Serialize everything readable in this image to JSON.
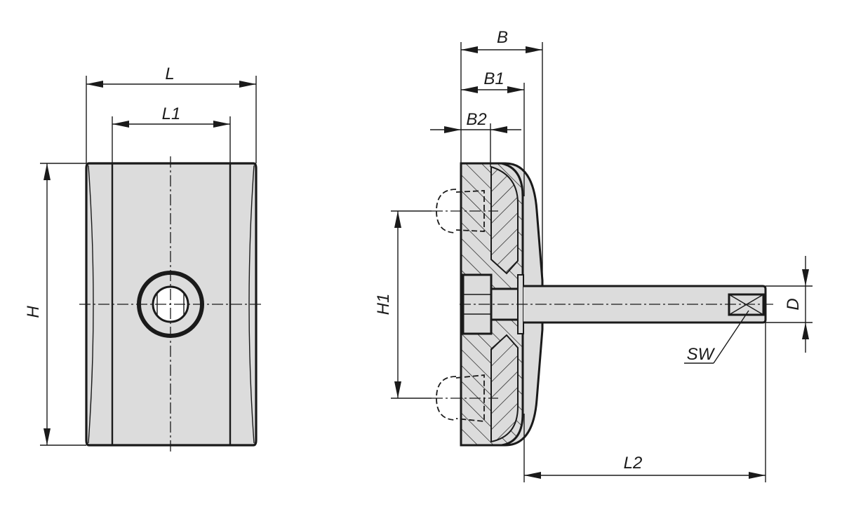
{
  "drawing": {
    "title": "Technical drawing: adjustable pad with threaded stud (front view and side section)",
    "colors": {
      "line": "#1a1a1a",
      "fill": "#dcdcdc",
      "background": "#ffffff"
    },
    "views": {
      "front": {
        "dimensions": {
          "L": "L",
          "L1": "L1",
          "H": "H"
        }
      },
      "side": {
        "dimensions": {
          "B": "B",
          "B1": "B1",
          "B2": "B2",
          "H1": "H1",
          "D": "D",
          "SW": "SW",
          "L2": "L2"
        }
      }
    }
  }
}
